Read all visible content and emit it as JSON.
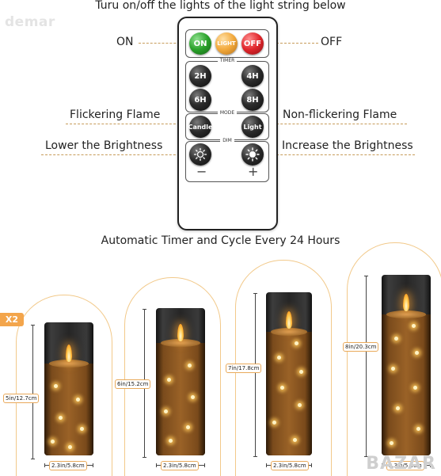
{
  "watermark": "demar",
  "headline": "Turu on/off the lights of the light string below",
  "labels": {
    "on": "ON",
    "off": "OFF",
    "flicker": "Flickering Flame",
    "nonflicker": "Non-flickering Flame",
    "lower": "Lower the Brightness",
    "increase": "Increase the Brightness"
  },
  "remote": {
    "power": {
      "on": "ON",
      "light": "LIGHT",
      "off": "OFF"
    },
    "timer": {
      "title": "TIMER",
      "b2h": "2H",
      "b4h": "4H",
      "b6h": "6H",
      "b8h": "8H"
    },
    "mode": {
      "title": "MODE",
      "candle": "Candle",
      "light": "Light"
    },
    "dim": {
      "title": "DIM",
      "minus": "−",
      "plus": "+"
    }
  },
  "subhead": "Automatic Timer and Cycle Every 24 Hours",
  "badge": "X2",
  "candles": [
    {
      "height": "5in/12.7cm",
      "width": "2.3in/5.8cm"
    },
    {
      "height": "6in/15.2cm",
      "width": "2.3in/5.8cm"
    },
    {
      "height": "7in/17.8cm",
      "width": "2.3in/5.8cm"
    },
    {
      "height": "8in/20.3cm",
      "width": "2.3in/5.8cm"
    }
  ],
  "brand": "BAZAR",
  "colors": {
    "accent": "#f3a54b",
    "on": "#2aa12a",
    "light": "#f2a93c",
    "off": "#e0262b"
  }
}
